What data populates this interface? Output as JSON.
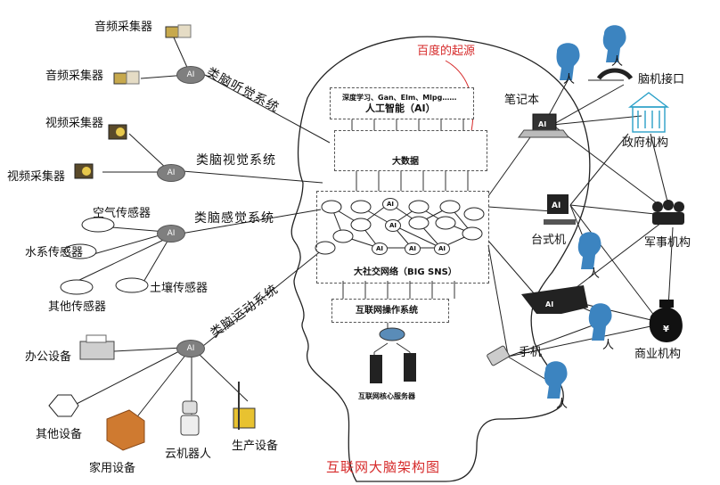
{
  "diagram": {
    "title": "互联网大脑架构图",
    "annotation": "百度的起源",
    "ai": "AI",
    "left_systems": {
      "auditory": "类脑听觉系统",
      "visual": "类脑视觉系统",
      "sensory": "类脑感觉系统",
      "motor": "类脑运动系统"
    },
    "left_devices": {
      "audio1": "音频采集器",
      "audio2": "音频采集器",
      "video1": "视频采集器",
      "video2": "视频采集器",
      "air": "空气传感器",
      "water": "水系传感器",
      "soil": "土壤传感器",
      "other_sensor": "其他传感器",
      "office": "办公设备",
      "other_device": "其他设备",
      "home": "家用设备",
      "cloud_robot": "云机器人",
      "production": "生产设备"
    },
    "brain": {
      "ai_techs": "深度学习、Gan、Elm、Mlpg……",
      "ai_title": "人工智能（AI）",
      "big_data": "大数据",
      "sns": "大社交网络（BIG SNS）",
      "os": "互联网操作系统",
      "servers": "互联网核心服务器"
    },
    "right": {
      "notebook": "笔记本",
      "person": "人",
      "bci": "脑机接口",
      "gov": "政府机构",
      "desktop": "台式机",
      "military": "军事机构",
      "phone": "手机",
      "business": "商业机构"
    },
    "colors": {
      "ai_node": "#7f7f7f",
      "annotation": "#d62a2a",
      "person": "#3c84c0",
      "star": "#e02020"
    },
    "icons": [
      "microphone-icon",
      "camera-icon",
      "printer-icon",
      "hexagon-icon",
      "box-icon",
      "robot-icon",
      "forklift-icon",
      "laptop-icon",
      "head-icon",
      "headset-icon",
      "building-icon",
      "desktop-icon",
      "soldiers-icon",
      "glasses-icon",
      "money-bag-icon",
      "phone-icon",
      "router-icon",
      "server-icon",
      "star-icon"
    ]
  }
}
